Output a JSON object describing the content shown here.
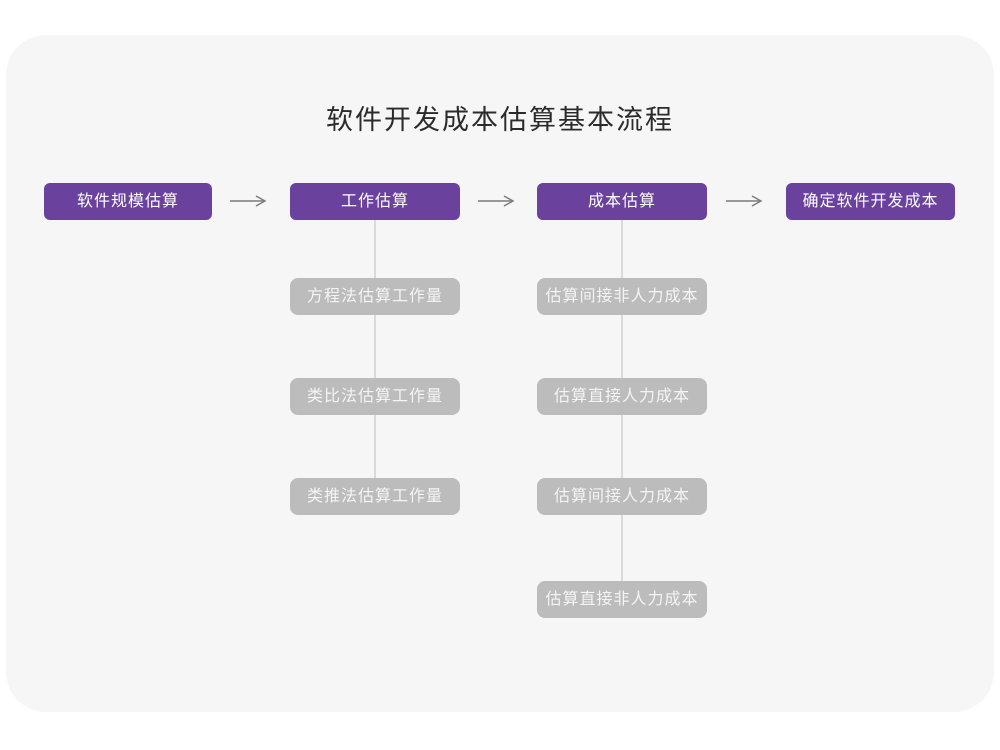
{
  "title": "软件开发成本估算基本流程",
  "flow": {
    "stages": [
      {
        "label": "软件规模估算"
      },
      {
        "label": "工作估算",
        "substeps": [
          "方程法估算工作量",
          "类比法估算工作量",
          "类推法估算工作量"
        ]
      },
      {
        "label": "成本估算",
        "substeps": [
          "估算间接非人力成本",
          "估算直接人力成本",
          "估算间接人力成本",
          "估算直接非人力成本"
        ]
      },
      {
        "label": "确定软件开发成本"
      }
    ]
  },
  "colors": {
    "stage_bg": "#6A429E",
    "substep_bg": "#BCBCBC",
    "connector_line": "#D9D9D9",
    "arrow": "#7A7A7A",
    "card_bg": "#F6F6F6",
    "title_text": "#2B2B2B"
  }
}
